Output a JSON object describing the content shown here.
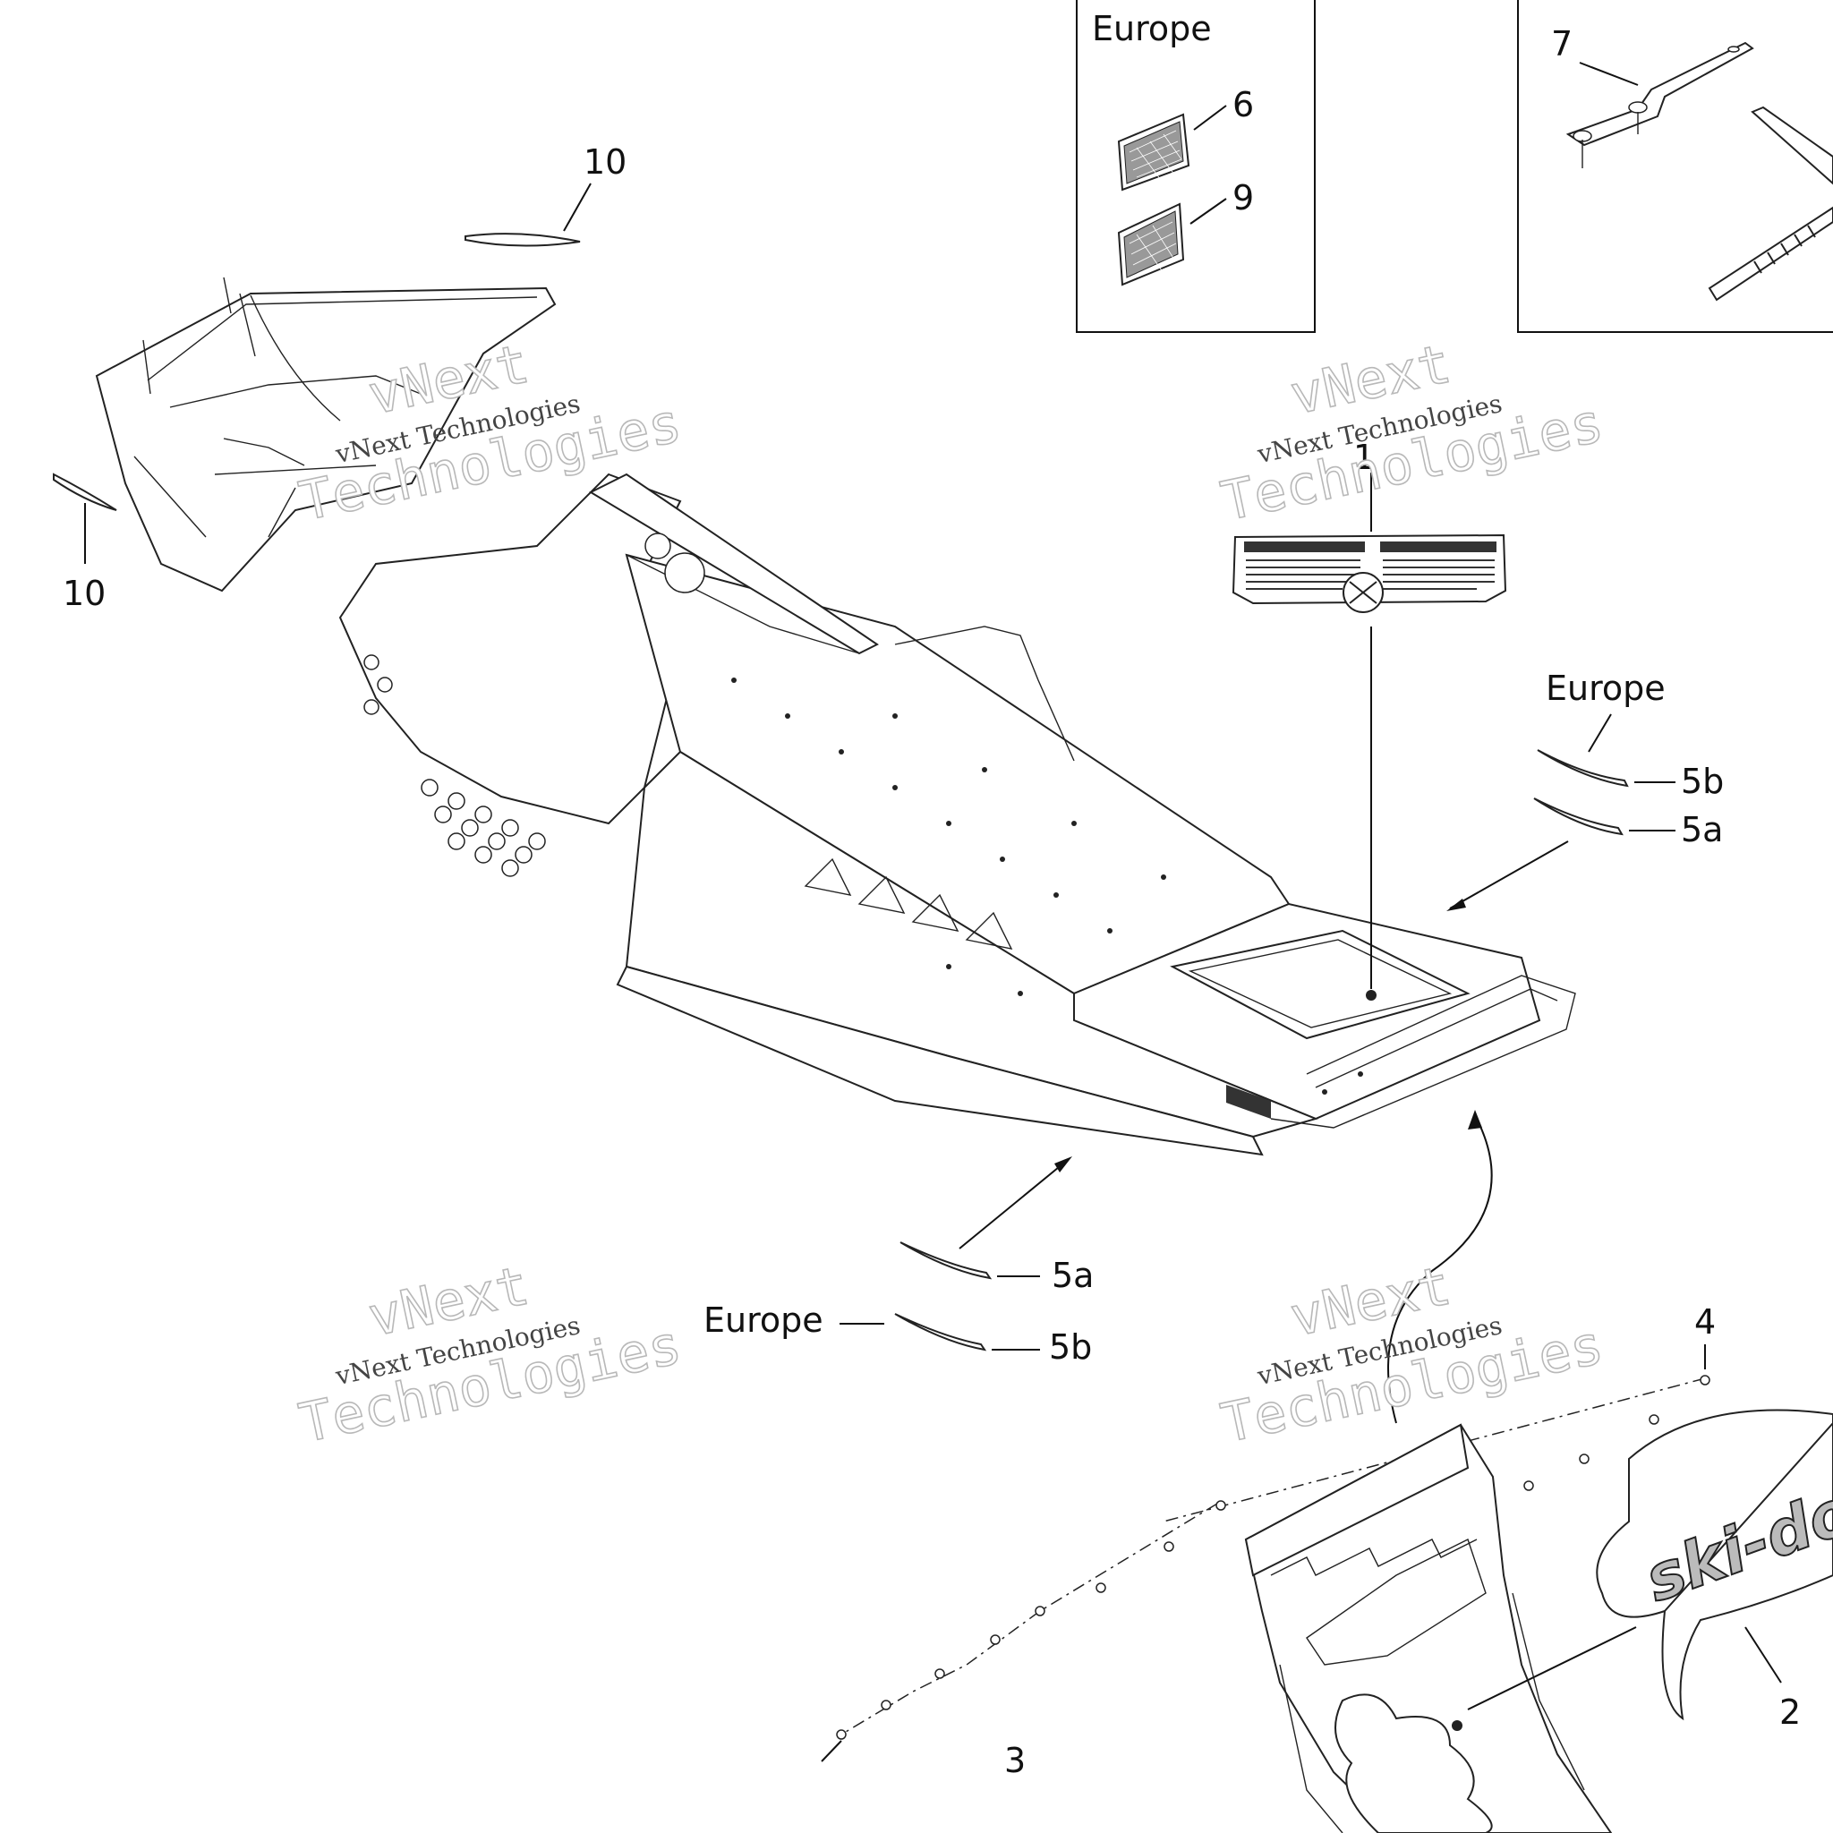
{
  "callouts": {
    "c1": "1",
    "c2": "2",
    "c3": "3",
    "c4": "4",
    "c5a_right": "5a",
    "c5b_right": "5b",
    "c5a_bottom": "5a",
    "c5b_bottom": "5b",
    "c6": "6",
    "c7": "7",
    "c9": "9",
    "c10_top": "10",
    "c10_left": "10"
  },
  "regions": {
    "europe_box": "Europe",
    "europe_right": "Europe",
    "europe_bottom": "Europe"
  },
  "watermark": {
    "brand_line1": "vNext",
    "brand_line2": "Technologies",
    "tagline": "vNext Technologies"
  },
  "logo": {
    "text": "ski-doo"
  },
  "colors": {
    "line": "#111111",
    "watermark_outline": "#b8b8b8",
    "background": "#ffffff"
  }
}
